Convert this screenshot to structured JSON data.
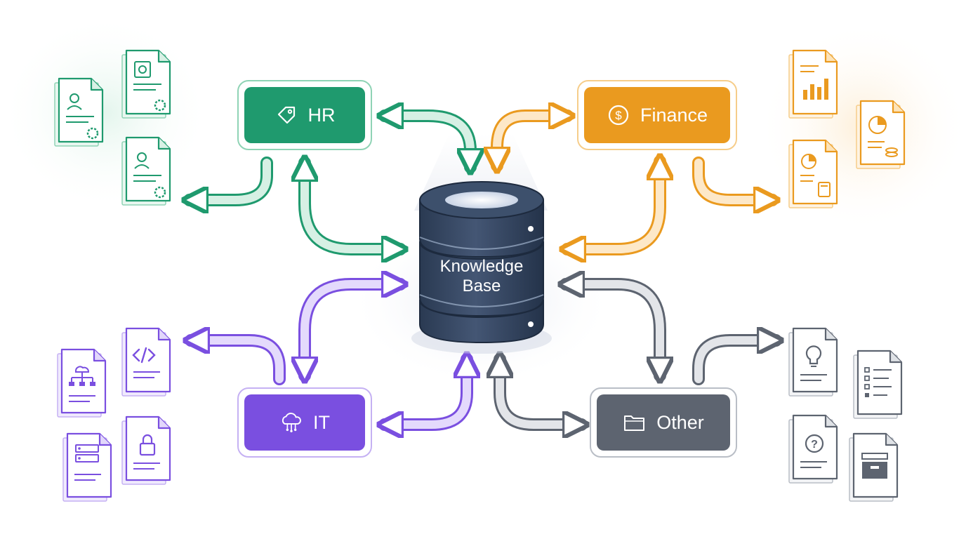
{
  "center": {
    "label_line1": "Knowledge",
    "label_line2": "Base"
  },
  "departments": [
    {
      "id": "hr",
      "label": "HR",
      "icon": "tag-icon",
      "color": "#1f9a6e",
      "light": "#8fd3b5",
      "doc_icons": [
        "id-badge-icon",
        "certificate-icon",
        "id-badge-icon"
      ]
    },
    {
      "id": "finance",
      "label": "Finance",
      "icon": "dollar-coin-icon",
      "color": "#ea9a1f",
      "light": "#f6cd8a",
      "doc_icons": [
        "bar-chart-icon",
        "pie-chart-icon",
        "calculator-icon"
      ]
    },
    {
      "id": "it",
      "label": "IT",
      "icon": "cloud-network-icon",
      "color": "#7a4fe0",
      "light": "#c5b1f3",
      "doc_icons": [
        "code-icon",
        "network-hierarchy-icon",
        "server-icon",
        "padlock-icon"
      ]
    },
    {
      "id": "other",
      "label": "Other",
      "icon": "folder-icon",
      "color": "#5d6470",
      "light": "#b9bec6",
      "doc_icons": [
        "lightbulb-icon",
        "checklist-icon",
        "question-icon",
        "archive-box-icon"
      ]
    }
  ]
}
